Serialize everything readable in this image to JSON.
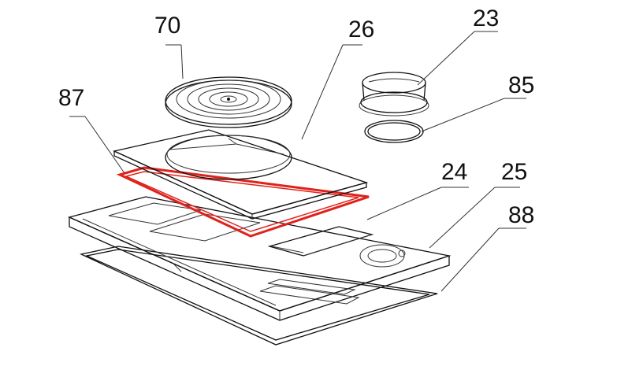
{
  "callouts": {
    "c70": "70",
    "c26": "26",
    "c23": "23",
    "c87": "87",
    "c85": "85",
    "c24": "24",
    "c25": "25",
    "c88": "88"
  },
  "colors": {
    "line": "#111111",
    "gasket_highlight": "#e0221c",
    "background": "#ffffff"
  }
}
